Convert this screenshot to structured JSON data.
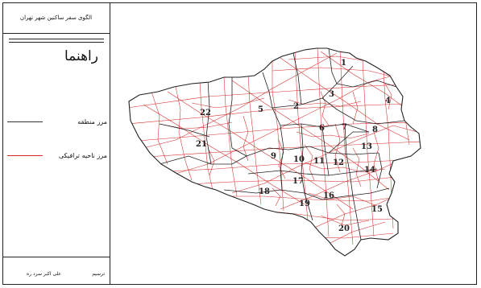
{
  "title": "الگوی سفر ساکنین شهر تهران",
  "legend": {
    "heading": "راهنما",
    "items": [
      {
        "label": "مرز منطقه",
        "color": "#333333"
      },
      {
        "label": "مرز ناحیه ترافیکی",
        "color": "#d42a2a"
      }
    ]
  },
  "footer": {
    "role_label": "ترسیم",
    "author": "علی اکبر سرد ره"
  },
  "map": {
    "boundary_color": "#222222",
    "zone_color": "#d42a2a",
    "district_labels": [
      "1",
      "2",
      "3",
      "4",
      "5",
      "6",
      "7",
      "8",
      "9",
      "10",
      "11",
      "12",
      "13",
      "14",
      "15",
      "16",
      "17",
      "18",
      "19",
      "20",
      "21",
      "22"
    ]
  }
}
